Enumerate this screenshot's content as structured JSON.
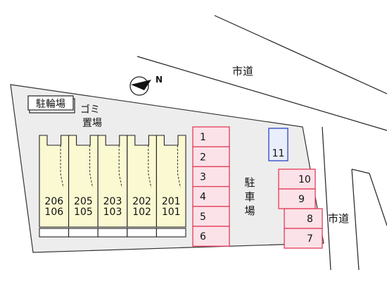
{
  "roads": {
    "top_label": "市道",
    "right_label": "市道"
  },
  "compass": {
    "north_letter": "N"
  },
  "facilities": {
    "bicycle_parking": "駐輪場",
    "garbage_line1": "ゴミ",
    "garbage_line2": "置場",
    "parking_char1": "駐",
    "parking_char2": "車",
    "parking_char3": "場"
  },
  "units": [
    {
      "upper": "206",
      "lower": "106"
    },
    {
      "upper": "205",
      "lower": "105"
    },
    {
      "upper": "203",
      "lower": "103"
    },
    {
      "upper": "202",
      "lower": "102"
    },
    {
      "upper": "201",
      "lower": "101"
    }
  ],
  "parking_left": [
    "1",
    "2",
    "3",
    "4",
    "5",
    "6"
  ],
  "parking_right_upper": [
    "10",
    "9"
  ],
  "parking_right_lower": [
    "8",
    "7"
  ],
  "parking_special": "11",
  "colors": {
    "lot": "#ededed",
    "building": "#fbf9d2",
    "parking_fill": "#fbe2e8",
    "parking_stroke": "#e23d5a",
    "special_fill": "#e8eefb",
    "special_stroke": "#2a44c4"
  }
}
